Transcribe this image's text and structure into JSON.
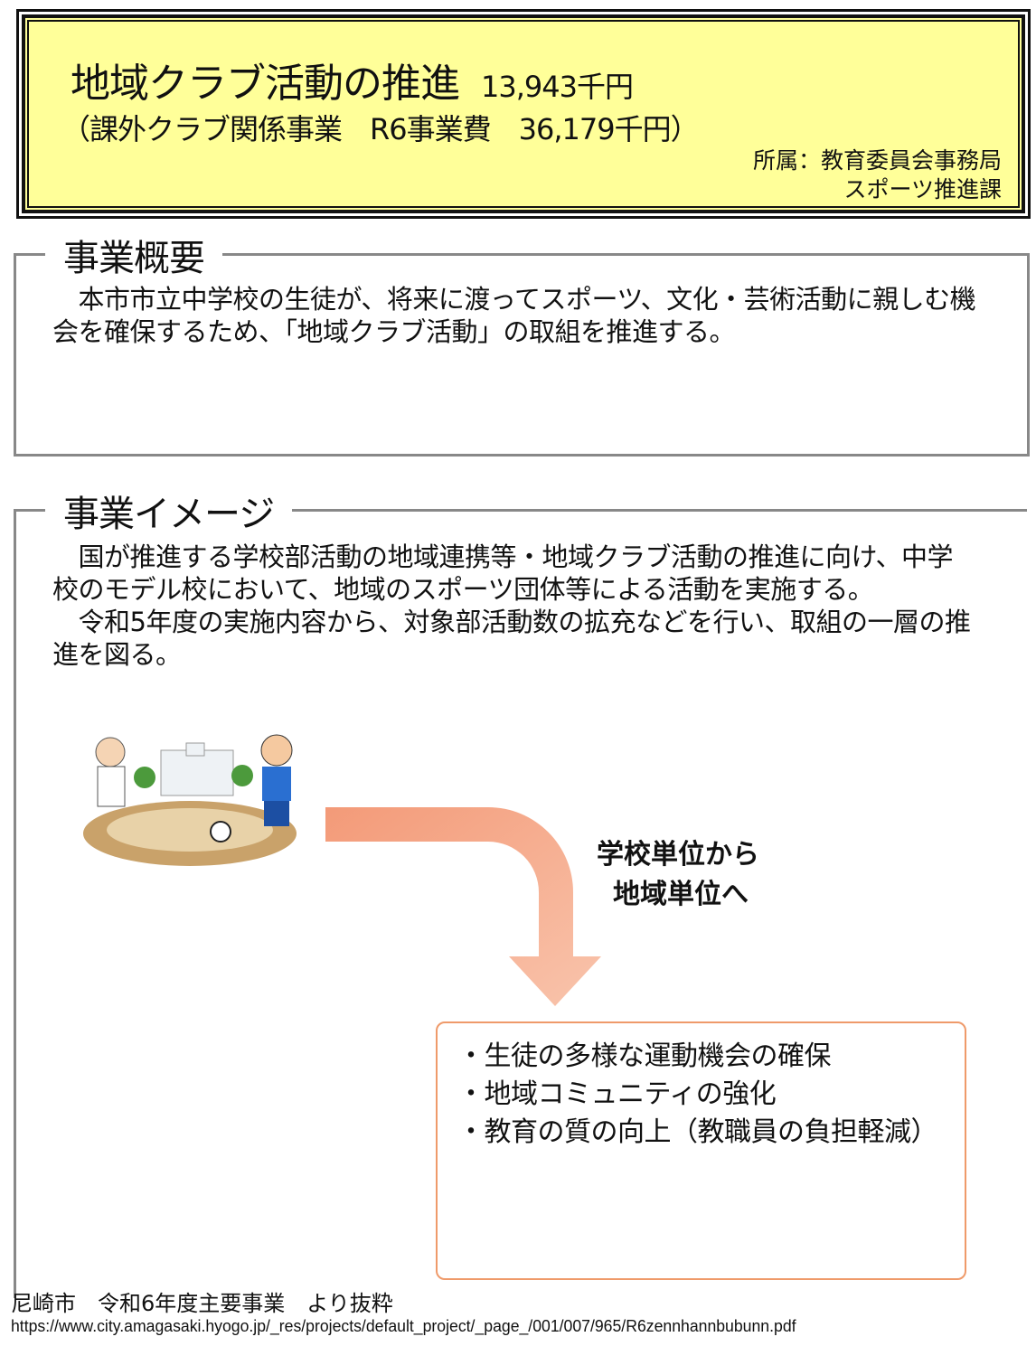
{
  "header": {
    "title": "地域クラブ活動の推進",
    "amount": "13,943千円",
    "subtitle": "（課外クラブ関係事業　R6事業費　36,179千円）",
    "dept_line1": "所属：教育委員会事務局",
    "dept_line2": "スポーツ推進課"
  },
  "overview": {
    "heading": "事業概要",
    "text": "　本市市立中学校の生徒が、将来に渡ってスポーツ、文化・芸術活動に親しむ機会を確保するため、「地域クラブ活動」の取組を推進する。"
  },
  "image_section": {
    "heading": "事業イメージ",
    "para1": "　国が推進する学校部活動の地域連携等・地域クラブ活動の推進に向け、中学校のモデル校において、地域のスポーツ団体等による活動を実施する。",
    "para2": "　令和5年度の実施内容から、対象部活動数の拡充などを行い、取組の一層の推進を図る。",
    "catch_line1": "学校単位から",
    "catch_line2": "地域単位へ",
    "results": [
      "・生徒の多様な運動機会の確保",
      "・地域コミュニティの強化",
      "・教育の質の向上（教職員の負担軽減）"
    ]
  },
  "footer": {
    "source": "尼崎市　令和6年度主要事業　より抜粋",
    "url": "https://www.city.amagasaki.hyogo.jp/_res/projects/default_project/_page_/001/007/965/R6zennhannbubunn.pdf"
  },
  "colors": {
    "header_bg": "#ffff99",
    "arrow": "#f4a07e",
    "result_border": "#ef9a6a"
  }
}
